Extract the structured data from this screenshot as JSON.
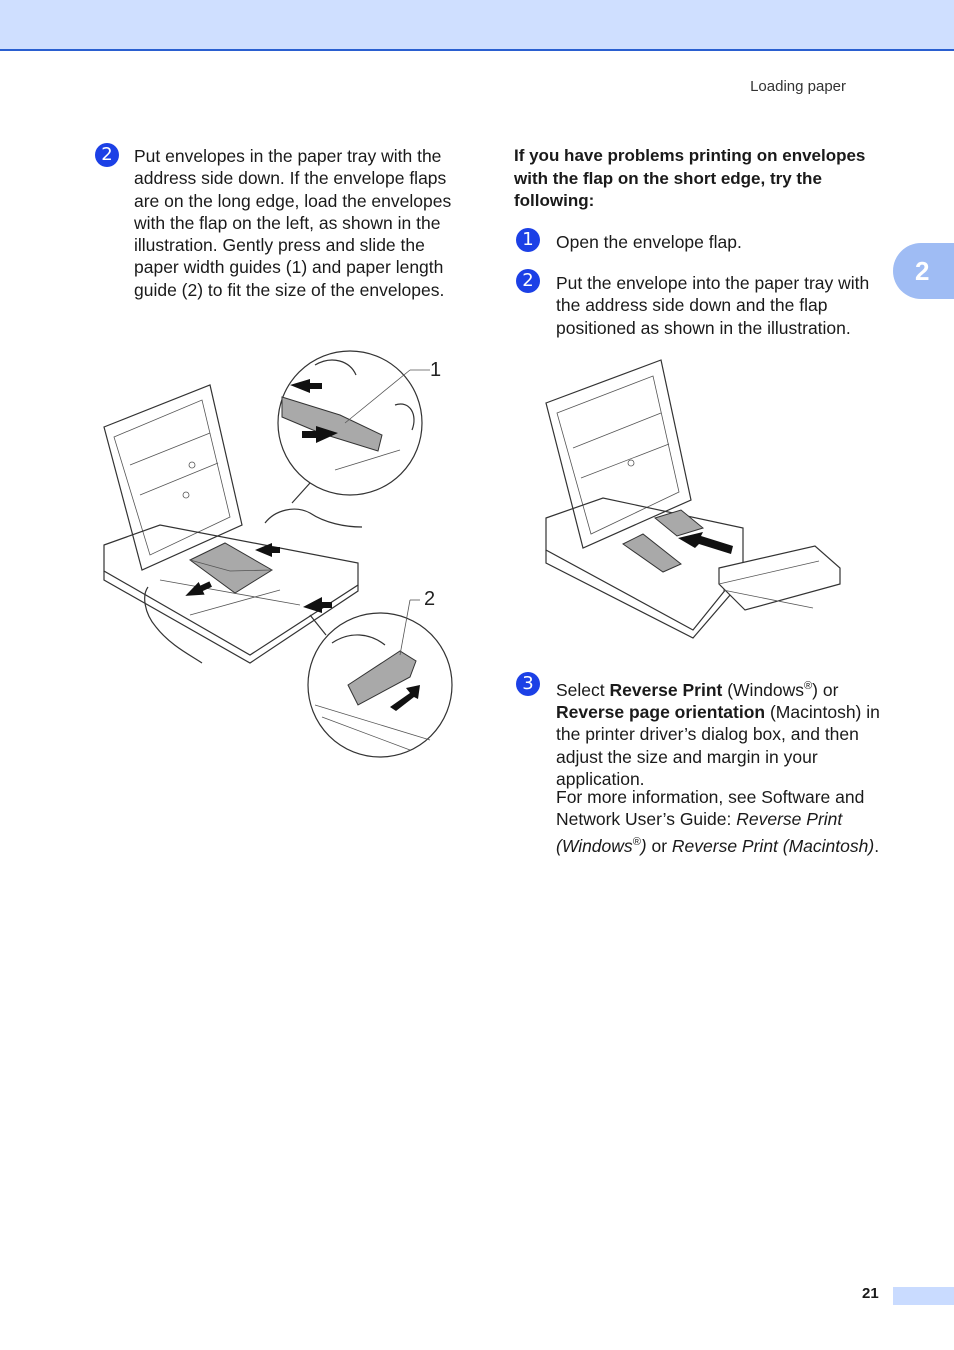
{
  "header": {
    "section_title": "Loading paper"
  },
  "chapter_tab": {
    "number": "2"
  },
  "left_column": {
    "step": {
      "badge": "2",
      "text": "Put envelopes in the paper tray with the address side down. If the envelope flaps are on the long edge, load the envelopes with the flap on the left, as shown in the illustration. Gently press and slide the paper width guides (1) and paper length guide (2) to fit the size of the envelopes."
    },
    "figure": {
      "callout_1": "1",
      "callout_2": "2"
    }
  },
  "right_column": {
    "heading": "If you have problems printing on envelopes with the flap on the short edge, try the following:",
    "steps": [
      {
        "badge": "1",
        "text": "Open the envelope flap."
      },
      {
        "badge": "2",
        "text": "Put the envelope into the paper tray with the address side down and the flap positioned as shown in the illustration."
      }
    ],
    "step3": {
      "badge": "3",
      "select": "Select ",
      "reverse_print": "Reverse Print",
      "windows_open": " (Windows",
      "reg": "®",
      "or_close": ") or",
      "reverse_page_orientation": "Reverse page orientation",
      "macintosh": " (Macintosh)",
      "rest": " in the printer driver’s dialog box, and then adjust the size and margin in your application.",
      "more_info": "For more information, see Software and Network User’s Guide: ",
      "ref1": "Reverse Print",
      "ref1_windows": "(Windows",
      "ref1_close": ")",
      "or": " or ",
      "ref2": "Reverse Print (Macintosh)",
      "period": "."
    }
  },
  "footer": {
    "page_number": "21"
  }
}
